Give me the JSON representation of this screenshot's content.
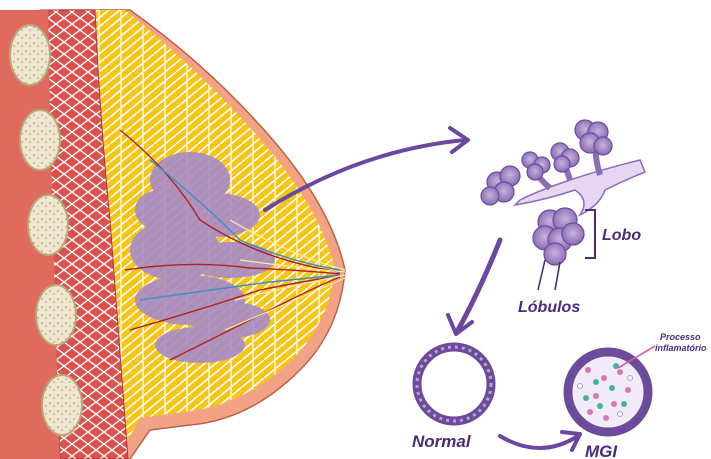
{
  "labels": {
    "lobo": "Lobo",
    "lobulos": "Lóbulos",
    "normal": "Normal",
    "mgi": "MGI",
    "processo_line1": "Processo",
    "processo_line2": "inflamatório"
  },
  "colors": {
    "bone": "#efe6cf",
    "muscle": "#d8534f",
    "fat": "#f5c518",
    "gland": "#a88bc7",
    "vessel_red": "#b0201e",
    "vessel_blue": "#3b8fbf",
    "skin": "#f3a385",
    "arrow": "#6b48a0",
    "label": "#4a2c7a"
  }
}
